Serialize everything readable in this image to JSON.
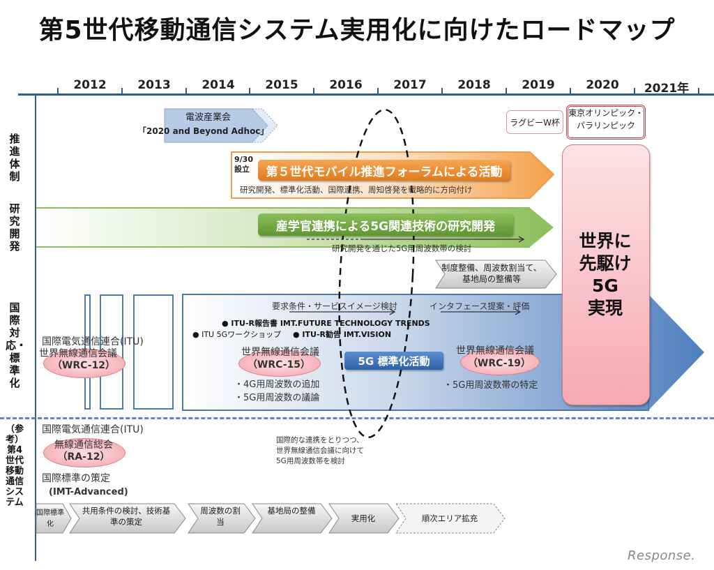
{
  "title": "第5世代移動通信システム実用化に向けたロードマップ",
  "timeline": {
    "years": [
      "2012",
      "2013",
      "2014",
      "2015",
      "2016",
      "2017",
      "2018",
      "2019",
      "2020",
      "2021年"
    ]
  },
  "row_labels": {
    "promotion": "推進体制",
    "research": "研究開発",
    "international": "国際対応・標準化",
    "reference": "（参考）第4世代移動通信システム"
  },
  "events": {
    "denpa_line1": "電波産業会",
    "denpa_line2": "「2020 and Beyond Adhoc」",
    "rugby": "ラグビーW杯",
    "olympics": "東京オリンピック・パラリンピック"
  },
  "forum": {
    "date": "9/30",
    "established": "設立",
    "label": "第５世代モバイル推進フォーラムによる活動",
    "sub": "研究開発、標準化活動、国際連携、周知啓発を戦略的に方向付け"
  },
  "research": {
    "label": "産学官連携による5G関連技術の研究開発",
    "sub": "研究開発を通じた5G用周波数帯の検討",
    "institution": "制度整備、周波数割当て、基地局の整備等"
  },
  "goal": {
    "line1": "世界に",
    "line2": "先駆け",
    "line3": "5G",
    "line4": "実現"
  },
  "international": {
    "req": "要求条件・サービスイメージ検討",
    "interface": "インタフェース提案・評価",
    "itu_report": "● ITU-R報告書 IMT.FUTURE TECHNOLOGY TRENDS",
    "itu_workshop": "● ITU 5Gワークショップ",
    "itu_vision": "● ITU-R勧告 IMT.VISION",
    "wrc12_org": "国際電気通信連合(ITU)",
    "wrc12_name": "世界無線通信会議",
    "wrc12_code": "（WRC-12）",
    "wrc15_name": "世界無線通信会議",
    "wrc15_code": "（WRC-15）",
    "wrc15_b1": "・4G用周波数の追加",
    "wrc15_b2": "・5G用周波数の議論",
    "std_label": "5G 標準化活動",
    "wrc19_name": "世界無線通信会議",
    "wrc19_code": "（WRC-19）",
    "wrc19_b1": "・5G用周波数帯の特定"
  },
  "reference": {
    "org": "国際電気通信連合(ITU)",
    "ra_name": "無線通信総会",
    "ra_code": "（RA-12）",
    "std_name": "国際標準の策定",
    "std_code": "(IMT-Advanced)",
    "note_line1": "国際的な連携をとりつつ、",
    "note_line2": "世界無線通信会議に向けて",
    "note_line3": "5G用周波数帯を検討",
    "steps": [
      "国際標準化",
      "共用条件の検討、技術基準の策定",
      "周波数の割当",
      "基地局の整備",
      "実用化",
      "順次エリア拡充"
    ]
  },
  "watermark": "Response."
}
